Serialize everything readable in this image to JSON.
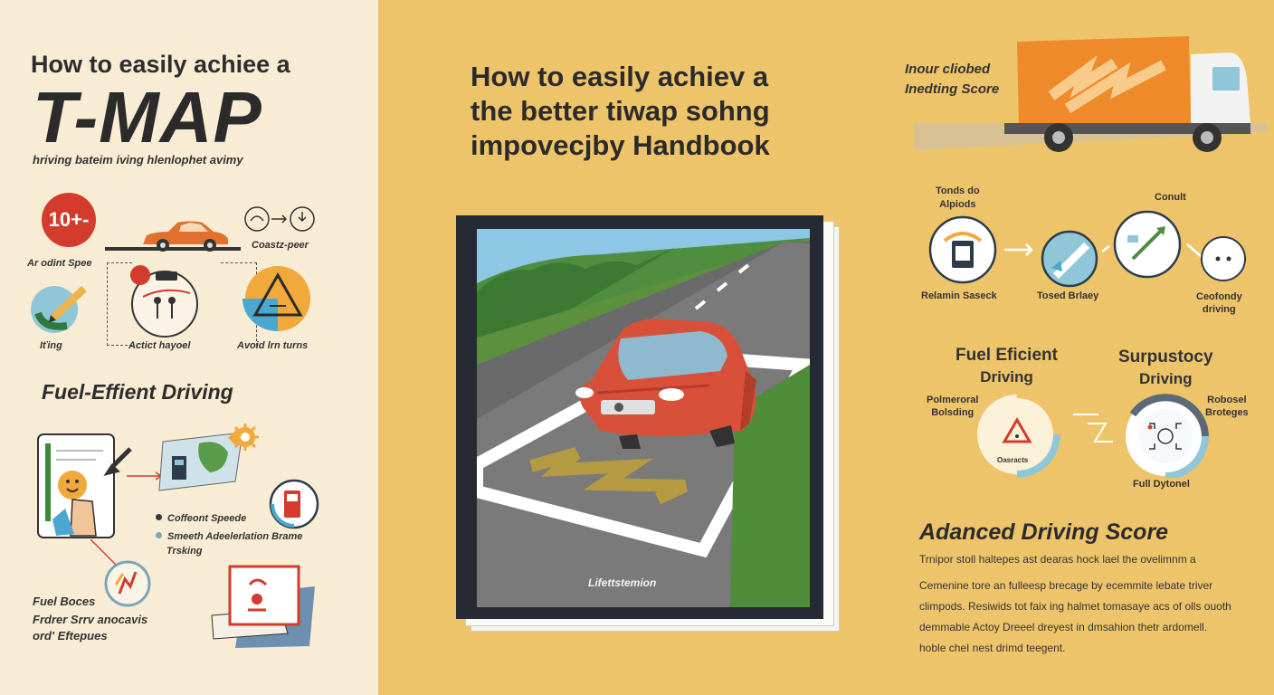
{
  "left": {
    "title": "How to easily achiee a",
    "brand": "T-MAP",
    "tagline": "hriving bateim iving hlenlophet avimy",
    "speed_badge": "10+-",
    "speed_label": "Ar odint Spee",
    "connect_label": "Coastz-peer",
    "action_label": "Actict hayoel",
    "avoid_label": "Avoid lrn turns",
    "turning_label": "Iťing",
    "fuel_heading": "Fuel-Effient Driving",
    "bullets": [
      "Coffeont Speede",
      "Smeeth Adeelerlation Brame"
    ],
    "tracking_label": "Trsking",
    "fuel_bottom_1": "Fuel Boces",
    "fuel_bottom_2": "Frdrer Srrv anocavis",
    "fuel_bottom_3": "ord' Eftepues"
  },
  "middle": {
    "title_lines": [
      "How to easily achiev a",
      "the better tiwap sohng",
      "impovecjby Handbook"
    ],
    "book_caption": "Lifettstemion"
  },
  "right": {
    "truck_line_1": "Inour cliobed",
    "truck_line_2": "Inedting Score",
    "tonus_line_1": "Tonds do",
    "tonus_line_2": "Alpiods",
    "conult": "Conult",
    "retain": "Relamin Saseck",
    "tested": "Tosed Brlaey",
    "confor_1": "Ceofondy",
    "confor_2": "driving",
    "fuel_eff_1": "Fuel Eficient",
    "fuel_eff_2": "Driving",
    "surp_1": "Surpustocy",
    "surp_2": "Driving",
    "potmerval_1": "Polmeroral",
    "potmerval_2": "Bolsding",
    "robosed_1": "Robosel",
    "robosed_2": "Broteges",
    "gauge_inner": "Oasracts",
    "full_drivel": "Full Dytonel",
    "adv_heading": "Adanced Driving Score",
    "paragraph_1": "Trnipor stoll haltepes ast dearas hock lael the ovelimnm a",
    "paragraph_2": [
      "Cemenine tore an fulleesp brecage by ecemmite lebate triver",
      "climpods. Resiwids tot faix ing halmet tomasaye acs of olls ouoth",
      "demmable Actoy Dreeel dreyest in dmsahion thetr ardomell.",
      "hoble cheI nest drimd teegent."
    ]
  },
  "colors": {
    "left_bg": "#f8ecd4",
    "main_bg": "#eec46a",
    "car_red": "#d9503a",
    "truck_orange": "#ee8a2a",
    "accent_blue": "#4aa8d0",
    "badge_red": "#d33b2c"
  }
}
